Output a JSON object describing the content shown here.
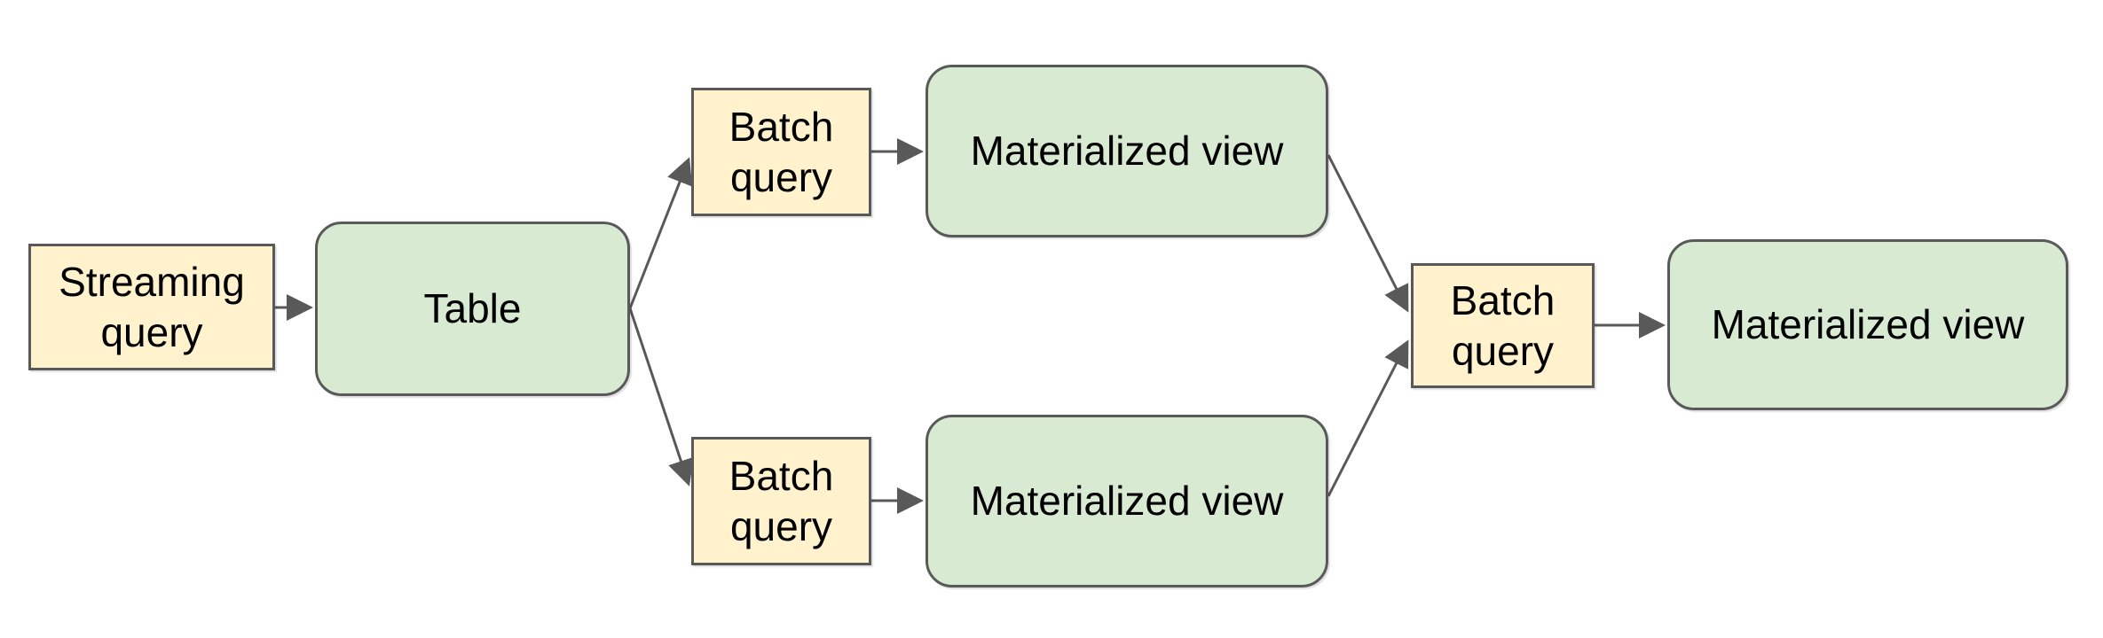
{
  "diagram": {
    "type": "flowchart",
    "nodes": {
      "streaming_query": {
        "label": "Streaming\nquery",
        "shape": "rectangle",
        "fill": "yellow"
      },
      "table": {
        "label": "Table",
        "shape": "rounded-rectangle",
        "fill": "green"
      },
      "batch_query_top": {
        "label": "Batch\nquery",
        "shape": "rectangle",
        "fill": "yellow"
      },
      "mv_top": {
        "label": "Materialized view",
        "shape": "rounded-rectangle",
        "fill": "green"
      },
      "batch_query_bottom": {
        "label": "Batch\nquery",
        "shape": "rectangle",
        "fill": "yellow"
      },
      "mv_bottom": {
        "label": "Materialized view",
        "shape": "rounded-rectangle",
        "fill": "green"
      },
      "batch_query_right": {
        "label": "Batch\nquery",
        "shape": "rectangle",
        "fill": "yellow"
      },
      "mv_right": {
        "label": "Materialized view",
        "shape": "rounded-rectangle",
        "fill": "green"
      }
    },
    "edges": [
      {
        "from": "streaming_query",
        "to": "table"
      },
      {
        "from": "table",
        "to": "batch_query_top"
      },
      {
        "from": "table",
        "to": "batch_query_bottom"
      },
      {
        "from": "batch_query_top",
        "to": "mv_top"
      },
      {
        "from": "batch_query_bottom",
        "to": "mv_bottom"
      },
      {
        "from": "mv_top",
        "to": "batch_query_right"
      },
      {
        "from": "mv_bottom",
        "to": "batch_query_right"
      },
      {
        "from": "batch_query_right",
        "to": "mv_right"
      }
    ]
  },
  "colors": {
    "node-yellow-fill": "#fff2cc",
    "node-green-fill": "#d9ead3",
    "node-border": "#595959",
    "arrow": "#595959",
    "text": "#000000",
    "background": "#ffffff"
  }
}
